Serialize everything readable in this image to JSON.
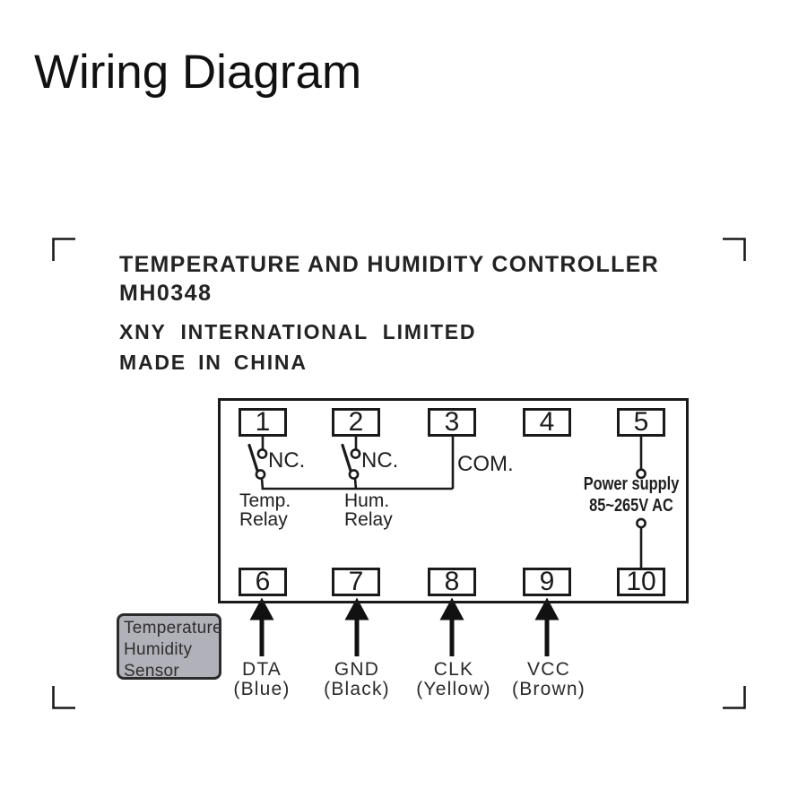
{
  "title": "Wiring Diagram",
  "product": {
    "name": "TEMPERATURE AND HUMIDITY CONTROLLER",
    "model": "MH0348",
    "company": "XNY INTERNATIONAL LIMITED",
    "origin": "MADE IN CHINA"
  },
  "terminals": {
    "top": [
      "1",
      "2",
      "3",
      "4",
      "5"
    ],
    "bottom": [
      "6",
      "7",
      "8",
      "9",
      "10"
    ]
  },
  "relay_section": {
    "nc_label_1": "NC.",
    "nc_label_2": "NC.",
    "com_label": "COM.",
    "temp_relay": [
      "Temp.",
      "Relay"
    ],
    "hum_relay": [
      "Hum.",
      "Relay"
    ]
  },
  "power": {
    "line1": "Power supply",
    "line2": "85~265V AC"
  },
  "sensor_box": {
    "line1": "Temperature",
    "line2": "Humidity",
    "line3": "Sensor"
  },
  "sensor_wires": [
    {
      "signal": "DTA",
      "color": "(Blue)"
    },
    {
      "signal": "GND",
      "color": "(Black)"
    },
    {
      "signal": "CLK",
      "color": "(Yellow)"
    },
    {
      "signal": "VCC",
      "color": "(Brown)"
    }
  ],
  "colors": {
    "background": "#ffffff",
    "line": "#1a1a1a",
    "text": "#1c1c1c",
    "sensor_box_bg": "#b1b1b9",
    "arrow": "#111111"
  }
}
